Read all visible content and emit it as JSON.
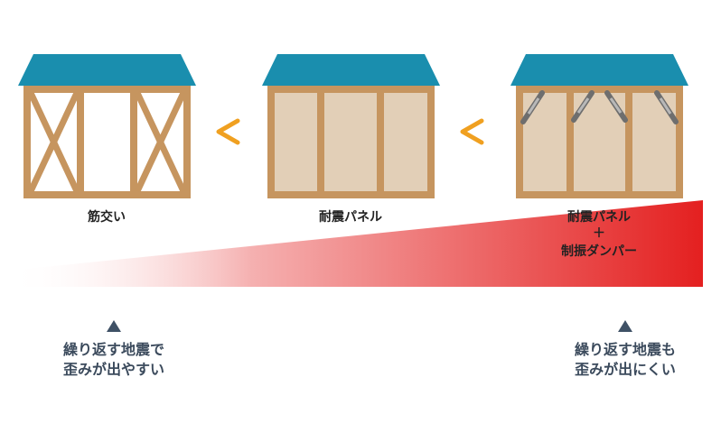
{
  "houses": [
    {
      "label": "筋交い"
    },
    {
      "label": "耐震パネル"
    },
    {
      "label_line1": "耐震パネル",
      "label_plus": "＋",
      "label_line2": "制振ダンパー"
    }
  ],
  "comparison_symbols": [
    "<",
    "<"
  ],
  "notes": {
    "left": {
      "line1": "繰り返す地震で",
      "line2": "歪みが出やすい"
    },
    "right": {
      "line1": "繰り返す地震も",
      "line2": "歪みが出にくい"
    }
  },
  "colors": {
    "roof": "#1a8eae",
    "frame": "#c6955f",
    "panel": "#e2cfb7",
    "comparison": "#f0a020",
    "gradient_end": "#e42020",
    "note_text": "#3b4a5c"
  }
}
